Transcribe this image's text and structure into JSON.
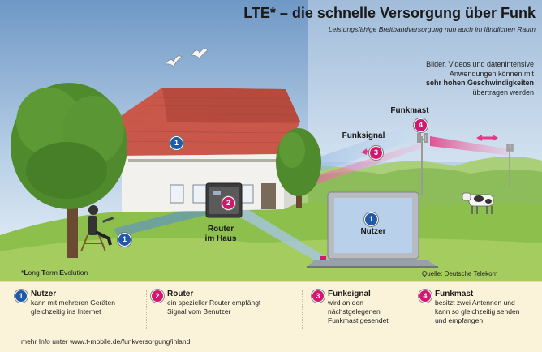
{
  "title": "LTE* – die schnelle Versorgung über Funk",
  "subtitle": "Leistungsfähige Breitbandversorgung nun auch im ländlichen Raum",
  "side_note": {
    "line1": "Bilder, Videos und datenintensive",
    "line2": "Anwendungen können mit",
    "line3_bold": "sehr hohen Geschwindigkeiten",
    "line4": "übertragen werden"
  },
  "labels": {
    "funkmast": "Funkmast",
    "funksignal": "Funksignal",
    "router_line1": "Router",
    "router_line2": "im Haus",
    "nutzer": "Nutzer"
  },
  "badges": {
    "b1": "1",
    "b2": "2",
    "b3": "3",
    "b4": "4"
  },
  "footnote": {
    "star": "*",
    "L": "L",
    "ong": "ong ",
    "T": "T",
    "erm": "erm ",
    "E": "E",
    "volution": "volution"
  },
  "source": "Quelle: Deutsche Telekom",
  "legend": [
    {
      "num": "1",
      "name": "Nutzer",
      "line1": "kann mit mehreren Geräten",
      "line2": "gleichzeitig ins Internet",
      "line3": ""
    },
    {
      "num": "2",
      "name": "Router",
      "line1": "ein spezieller Router empfängt",
      "line2": "Signal vom Benutzer",
      "line3": ""
    },
    {
      "num": "3",
      "name": "Funksignal",
      "line1": "wird an den",
      "line2": "nächstgelegenen",
      "line3": "Funkmast gesendet"
    },
    {
      "num": "4",
      "name": "Funkmast",
      "line1": "besitzt zwei Antennen und",
      "line2": "kann so gleichzeitig senden",
      "line3": "und empfangen"
    }
  ],
  "more_info": "mehr Info unter www.t-mobile.de/funkversorgung/inland",
  "colors": {
    "blue_badge": "#1f5aa8",
    "magenta_badge": "#d6166e",
    "sky": "#9bbbdc",
    "grass": "#8bbf4a",
    "legend_bg": "#fbf2da"
  }
}
